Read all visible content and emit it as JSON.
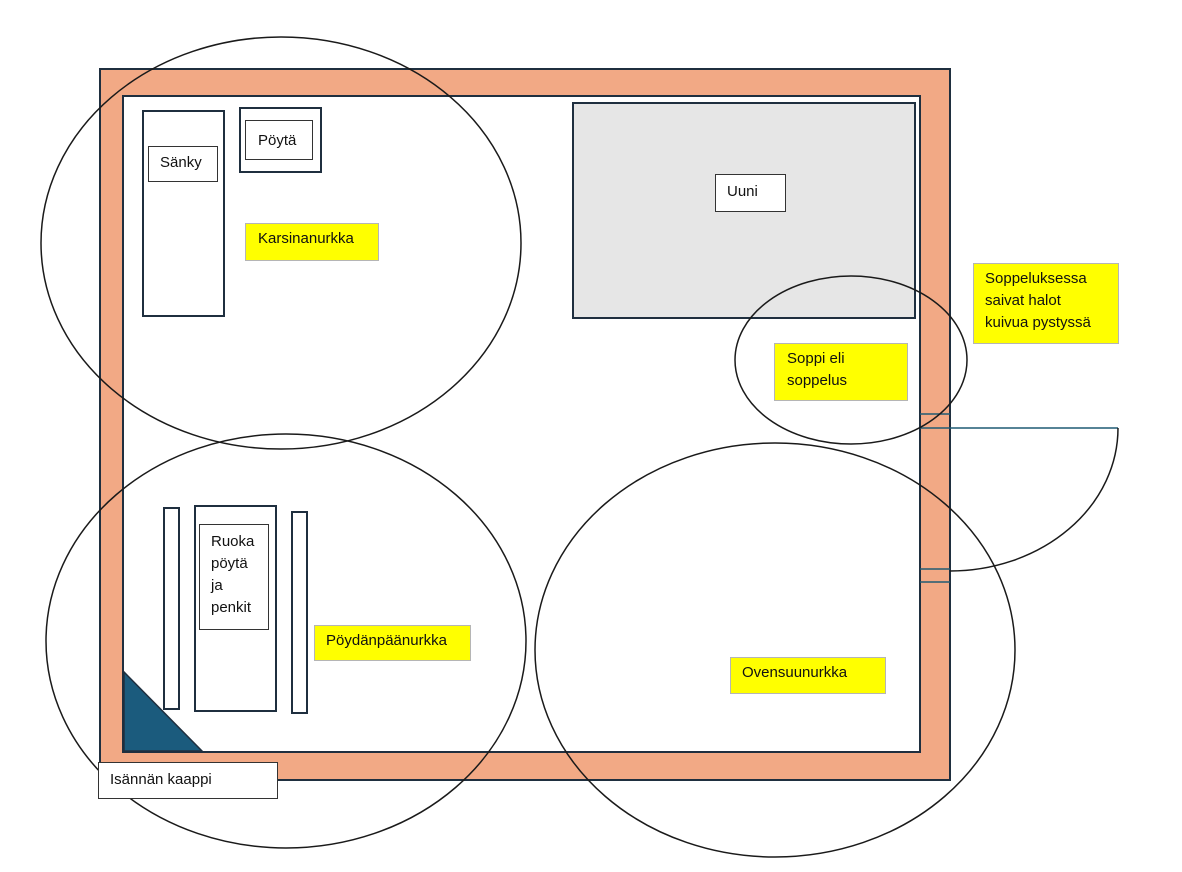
{
  "colors": {
    "wall": "#f2a985",
    "wall_border": "#1f2f3f",
    "stove_fill": "#e6e6e6",
    "cabinet_fill": "#1b5b7d",
    "highlight": "#ffff00",
    "outline": "#1a1a1a",
    "door": "#1f5a73"
  },
  "labels": {
    "bed": "Sänky",
    "table": "Pöytä",
    "stove": "Uuni",
    "karsina_corner": "Karsinanurkka",
    "soppi": "Soppi eli\nsoppelus",
    "soppi_note": "Soppeluksessa\nsaivat halot\nkuivua pystyssä",
    "dining_table": "Ruoka\npöytä\nja\npenkit",
    "table_end_corner": "Pöydänpäänurkka",
    "door_corner": "Ovensuunurkka",
    "master_cabinet": "Isännän kaappi"
  }
}
